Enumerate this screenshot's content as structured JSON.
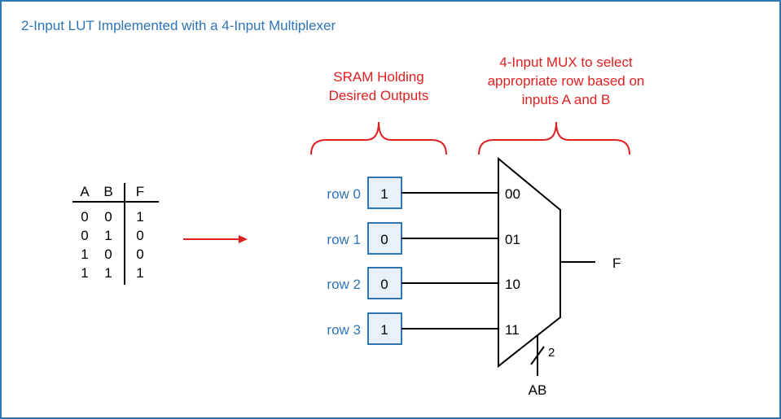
{
  "title": "2-Input LUT Implemented with a 4-Input Multiplexer",
  "truth_table": {
    "headers": [
      "A",
      "B",
      "F"
    ],
    "rows": [
      [
        "0",
        "0",
        "1"
      ],
      [
        "0",
        "1",
        "0"
      ],
      [
        "1",
        "0",
        "0"
      ],
      [
        "1",
        "1",
        "1"
      ]
    ]
  },
  "sram_label": [
    "SRAM Holding",
    "Desired Outputs"
  ],
  "mux_label": [
    "4-Input MUX to select",
    "appropriate row based on",
    "inputs A and B"
  ],
  "rows": [
    {
      "label": "row 0",
      "value": "1",
      "select": "00"
    },
    {
      "label": "row 1",
      "value": "0",
      "select": "01"
    },
    {
      "label": "row 2",
      "value": "0",
      "select": "10"
    },
    {
      "label": "row 3",
      "value": "1",
      "select": "11"
    }
  ],
  "output_label": "F",
  "select_input": "AB",
  "bus_width": "2",
  "colors": {
    "blue": "#2e75b6",
    "red": "#e02020",
    "box_fill": "#e8f1fa"
  }
}
